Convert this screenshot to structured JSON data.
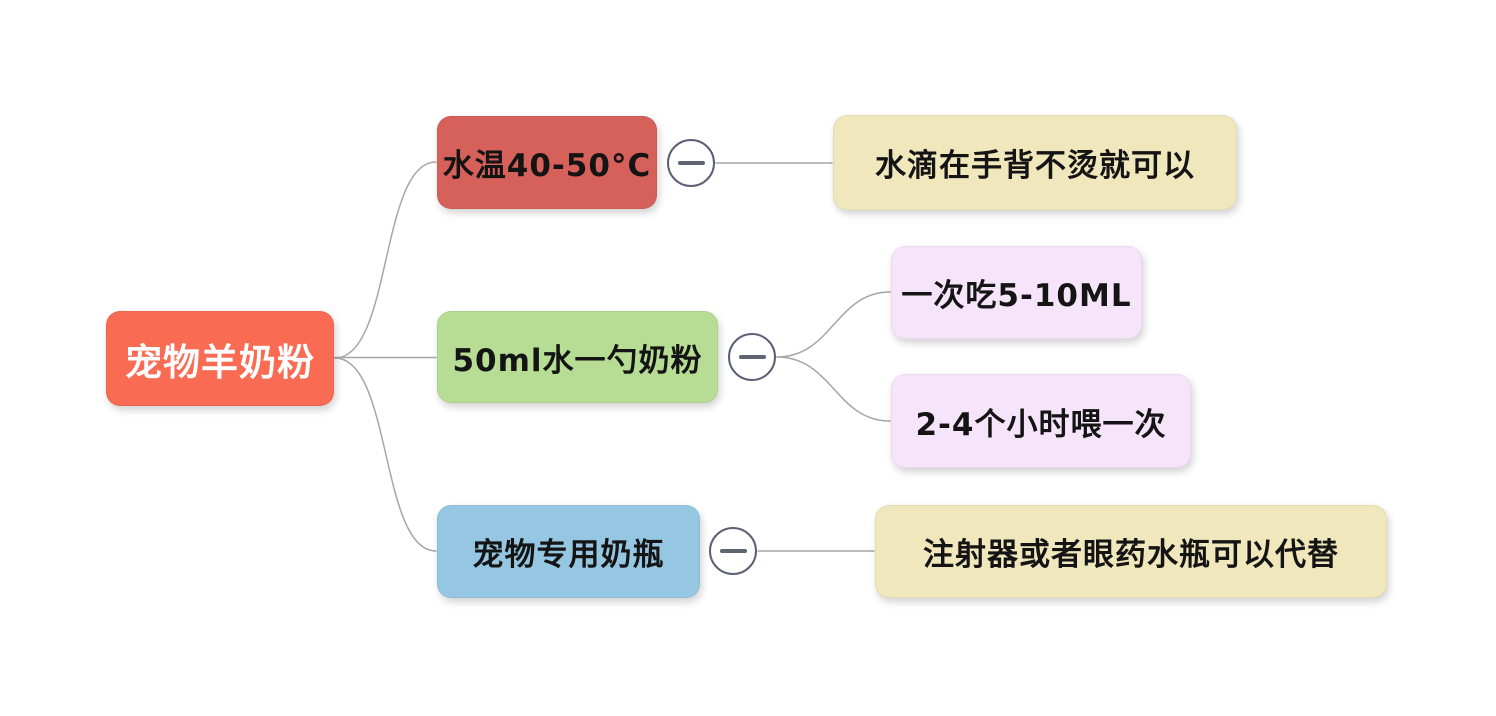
{
  "canvas": {
    "background": "#ffffff",
    "connector_color": "#a6a6a6",
    "collapse_button_color": "#5b6075"
  },
  "icons": {
    "collapse": "minus-icon"
  },
  "mindmap": {
    "root": {
      "label": "宠物羊奶粉",
      "bg": "#f96b53",
      "fg": "#ffffff"
    },
    "branches": [
      {
        "label": "水温40-50°C",
        "bg": "#d6605a",
        "fg": "#141414",
        "children": [
          {
            "label": "水滴在手背不烫就可以",
            "bg": "#f1e7bd",
            "fg": "#141414"
          }
        ]
      },
      {
        "label": "50ml水一勺奶粉",
        "bg": "#b7dc94",
        "fg": "#141414",
        "children": [
          {
            "label": "一次吃5-10ML",
            "bg": "#f6e4fb",
            "fg": "#141414"
          },
          {
            "label": "2-4个小时喂一次",
            "bg": "#f6e4fb",
            "fg": "#141414"
          }
        ]
      },
      {
        "label": "宠物专用奶瓶",
        "bg": "#96c7e2",
        "fg": "#141414",
        "children": [
          {
            "label": "注射器或者眼药水瓶可以代替",
            "bg": "#f1e7bd",
            "fg": "#141414"
          }
        ]
      }
    ]
  }
}
